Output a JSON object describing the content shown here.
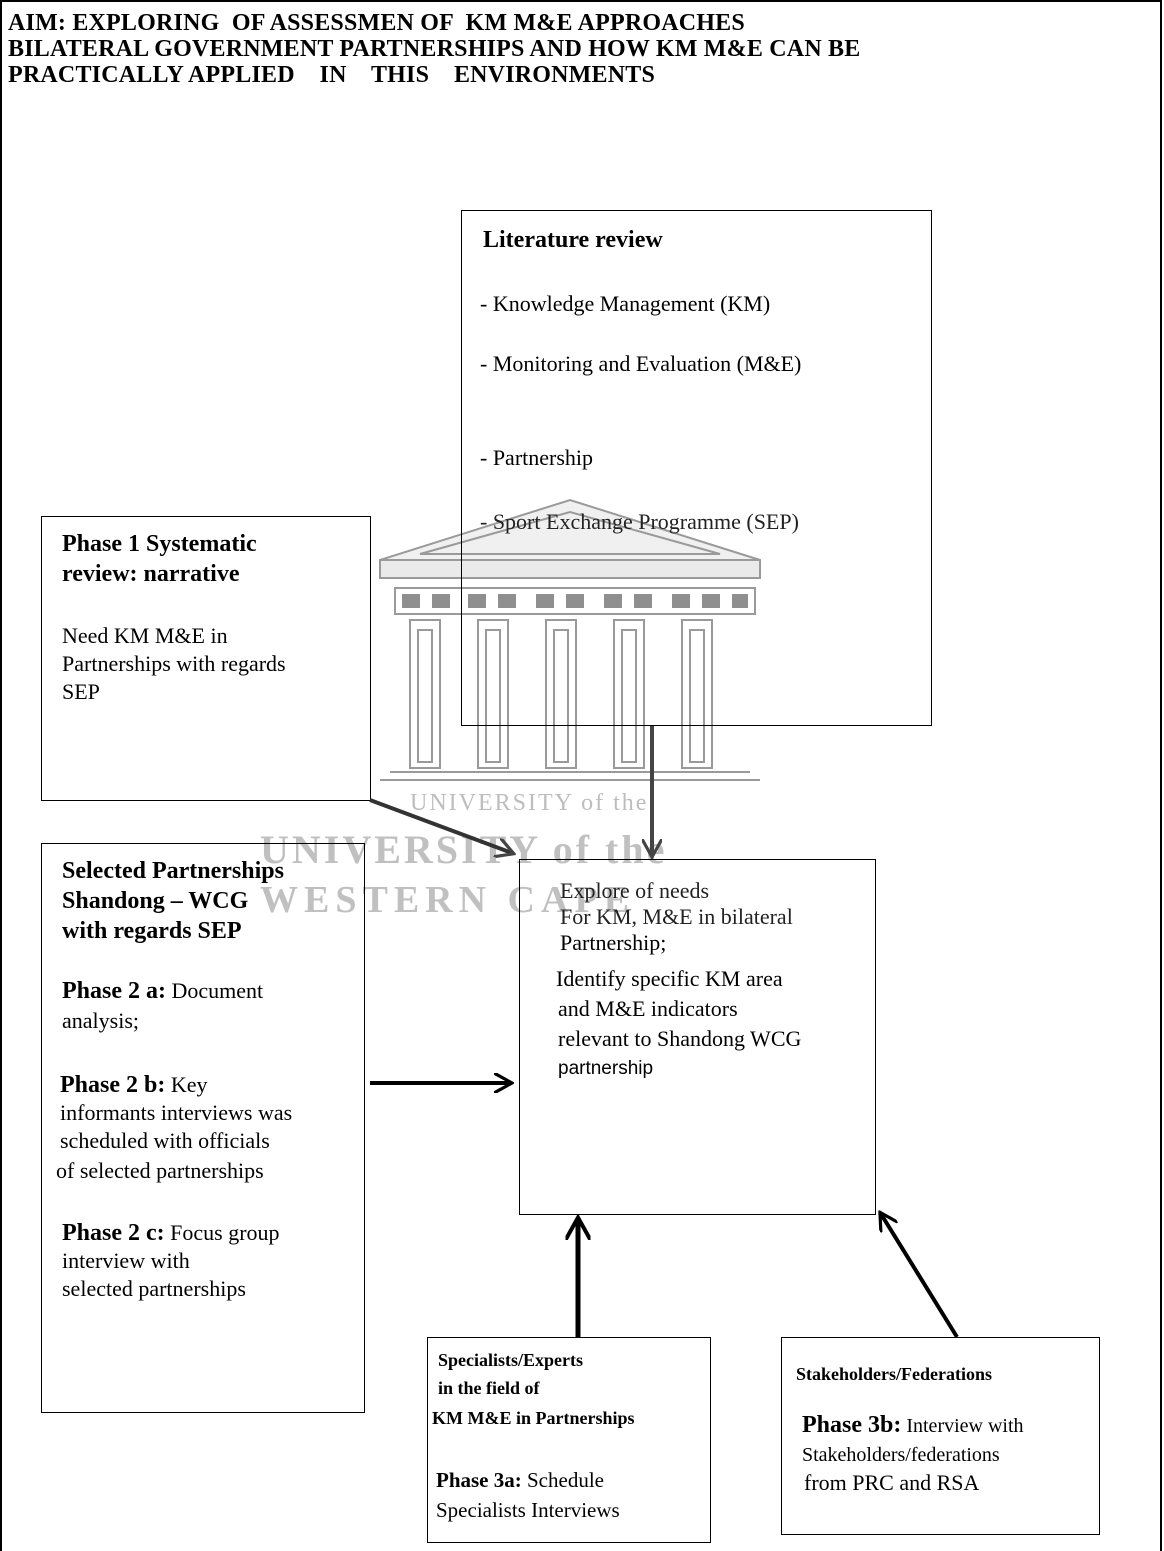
{
  "aim": {
    "line1": "AIM: EXPLORING  OF ASSESSMEN OF  KM M&E APPROACHES",
    "line2": "BILATERAL GOVERNMENT PARTNERSHIPS AND HOW KM M&E CAN BE",
    "line3": "PRACTICALLY APPLIED    IN    THIS    ENVIRONMENTS"
  },
  "literature": {
    "title": "Literature review",
    "items": [
      "- Knowledge Management (KM)",
      "- Monitoring and Evaluation (M&E)",
      "- Partnership",
      "- Sport Exchange Programme (SEP)"
    ]
  },
  "phase1": {
    "title_line1": "Phase 1 Systematic",
    "title_line2": "review: narrative",
    "body_line1": "Need KM M&E in",
    "body_line2": "Partnerships with regards",
    "body_line3": "SEP"
  },
  "selected": {
    "title_line1": "Selected Partnerships",
    "title_line2": "Shandong – WCG",
    "title_line3": "with regards SEP",
    "p2a_label": "Phase 2 a:",
    "p2a_text1": " Document",
    "p2a_text2": "analysis;",
    "p2b_label": "Phase 2 b:",
    "p2b_text1": "  Key",
    "p2b_text2": "informants interviews was",
    "p2b_text3": "scheduled with officials",
    "p2b_text4": "of selected partnerships",
    "p2c_label": "Phase 2 c:",
    "p2c_text1": " Focus group",
    "p2c_text2": "interview with",
    "p2c_text3": "selected partnerships"
  },
  "explore": {
    "line1": "Explore of needs",
    "line2": "For KM, M&E in bilateral",
    "line3": "Partnership;",
    "line4": "Identify specific KM area",
    "line5": "and M&E indicators",
    "line6": "relevant to Shandong WCG",
    "line7": "partnership"
  },
  "specialists": {
    "line1": "Specialists/Experts",
    "line2": "in the field of",
    "line3": "KM M&E in Partnerships",
    "p3a_label": "Phase 3a:",
    "p3a_text": "  Schedule",
    "line5": "Specialists Interviews"
  },
  "stakeholders": {
    "title": "Stakeholders/Federations",
    "p3b_label": "Phase 3b:",
    "p3b_text": " Interview with",
    "line2": "Stakeholders/federations",
    "line3": "from PRC and RSA"
  },
  "watermark": {
    "line1": "UNIVERSITY of the",
    "line2": "UNIVERSITY of the",
    "line3": "WESTERN CAPE"
  }
}
